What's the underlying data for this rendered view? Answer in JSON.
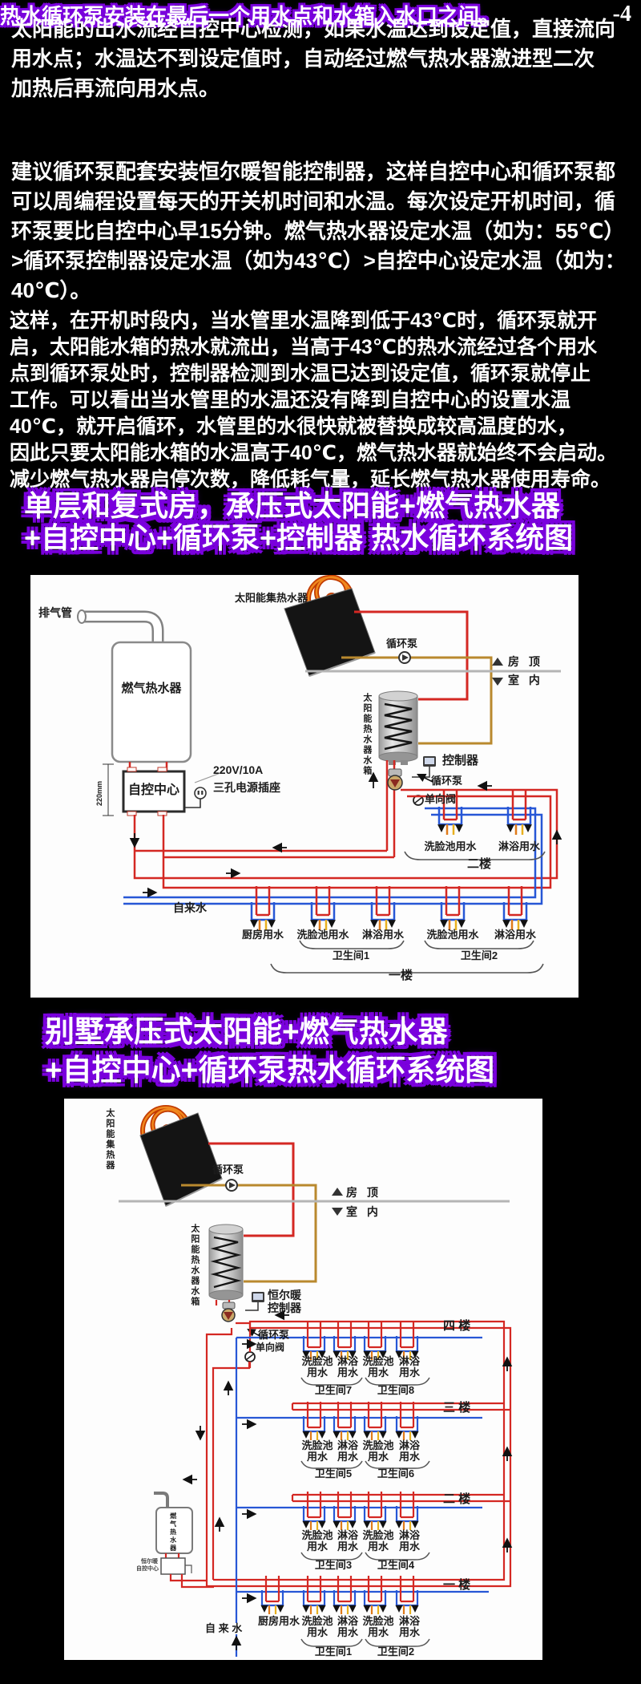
{
  "page": {
    "number": "-4"
  },
  "content": {
    "p1_lines": [
      "太阳能的出水流经自控中心检测，如果水温达到设定值，直接流向",
      "用水点；水温达不到设定值时，自动经过燃气热水器激进型二次",
      "加热后再流向用水点。"
    ],
    "highlight": "热水循环泵安装在最后一个用水点和水箱入水口之间。",
    "p2_lines": [
      "建议循环泵配套安装恒尔暖智能控制器，这样自控中心和循环泵都",
      "可以周编程设置每天的开关机时间和水温。每次设定开机时间，循",
      "环泵要比自控中心早15分钟。燃气热水器设定水温（如为：55℃）",
      ">循环泵控制器设定水温（如为43℃）>自控中心设定水温（如为：",
      "40℃）。"
    ],
    "p3_lines": [
      "这样，在开机时段内，当水管里水温降到低于43℃时，循环泵就开",
      "启，太阳能水箱的热水就流出，当高于43℃的热水流经过各个用水",
      "点到循环泵处时，控制器检测到水温已达到设定值，循环泵就停止",
      "工作。可以看出当水管里的水温还没有降到自控中心的设置水温",
      "40℃，就开启循环，水管里的水很快就被替换成较高温度的水，",
      "因此只要太阳能水箱的水温高于40℃，燃气热水器就始终不会启动。",
      "减少燃气热水器启停次数，降低耗气量，延长燃气热水器使用寿命。"
    ],
    "h1_lines": [
      "单层和复式房，承压式太阳能+燃气热水器",
      "+自控中心+循环泵+控制器 热水循环系统图"
    ],
    "h2_lines": [
      "别墅承压式太阳能+燃气热水器",
      "+自控中心+循环泵热水循环系统图"
    ]
  },
  "diagram1": {
    "labels": {
      "exhaust_pipe": "排气管",
      "gas_heater": "燃气热水器",
      "solar_collector": "太阳能集热水器",
      "roof_pump": "循环泵",
      "roof": "房 顶",
      "indoor": "室 内",
      "solar_tank": "太阳能热水器水箱",
      "controller": "控制器",
      "circ_pump": "循环泵",
      "check_valve": "单向阀",
      "control_center": "自控中心",
      "height_dim": "220mm",
      "power": "220V/10A",
      "socket": "三孔电源插座",
      "tap_water": "自来水",
      "kitchen": "厨房用水",
      "basin": "洗脸池用水",
      "shower": "淋浴用水",
      "bathroom1": "卫生间1",
      "bathroom2": "卫生间2",
      "floor2": "二楼",
      "floor1": "一楼"
    }
  },
  "diagram2": {
    "labels": {
      "solar_collector": "太阳能集热器",
      "roof_pump": "循环泵",
      "roof": "房 顶",
      "indoor": "室 内",
      "solar_tank": "太阳能热水器水箱",
      "brand": "恒尔暖",
      "controller": "控制器",
      "circ_pump": "循环泵",
      "check_valve": "单向阀",
      "floor4": "四 楼",
      "floor3": "三 楼",
      "floor2": "二 楼",
      "floor1": "一 楼",
      "basin": "洗脸池\n用水",
      "shower": "淋浴\n用水",
      "bath7": "卫生间7",
      "bath8": "卫生间8",
      "bath5": "卫生间5",
      "bath6": "卫生间6",
      "bath3": "卫生间3",
      "bath4": "卫生间4",
      "bath1": "卫生间1",
      "bath2": "卫生间2",
      "kitchen": "厨房用水",
      "tap_water": "自 来 水",
      "gas_heater": "燃气热水器",
      "hcc1": "恒尔暖",
      "hcc2": "自控中心"
    }
  },
  "colors": {
    "accent_glow": "#7a00dd",
    "pipe_hot": "#d42823",
    "pipe_cold": "#2757d6",
    "pipe_solar": "#b9892e",
    "pipe_mix": "#e8a21c"
  }
}
